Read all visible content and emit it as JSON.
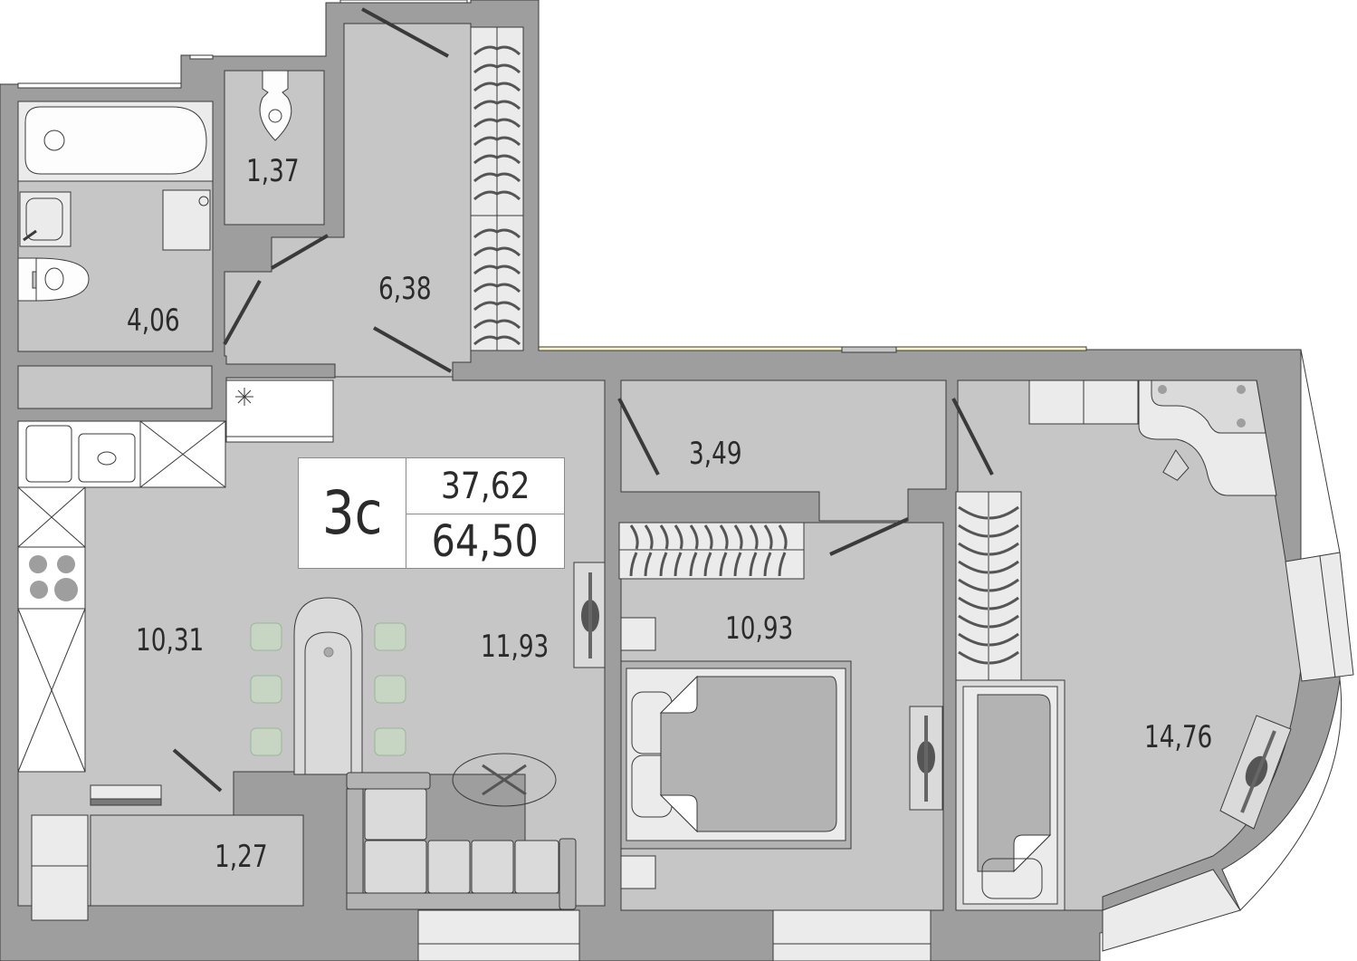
{
  "plan": {
    "title": "3-room apartment floor plan",
    "colors": {
      "wall": "#9d9e9d",
      "floor": "#c5c6c5",
      "furniture_light": "#eaebea",
      "furniture_mid": "#b2b3b2",
      "outline": "#3a3a3a",
      "chair_green": "#c6d6c3",
      "window_glass": "#fff7c2"
    }
  },
  "badge": {
    "type": "3с",
    "living_area": "37,62",
    "total_area": "64,50"
  },
  "rooms": [
    {
      "id": "toilet",
      "area": "1,37"
    },
    {
      "id": "bathroom",
      "area": "4,06"
    },
    {
      "id": "hallway",
      "area": "6,38"
    },
    {
      "id": "corridor",
      "area": "3,49"
    },
    {
      "id": "kitchen",
      "area": "10,31"
    },
    {
      "id": "living-room",
      "area": "11,93"
    },
    {
      "id": "bedroom",
      "area": "10,93"
    },
    {
      "id": "storage",
      "area": "1,27"
    },
    {
      "id": "master-bedroom",
      "area": "14,76"
    }
  ]
}
